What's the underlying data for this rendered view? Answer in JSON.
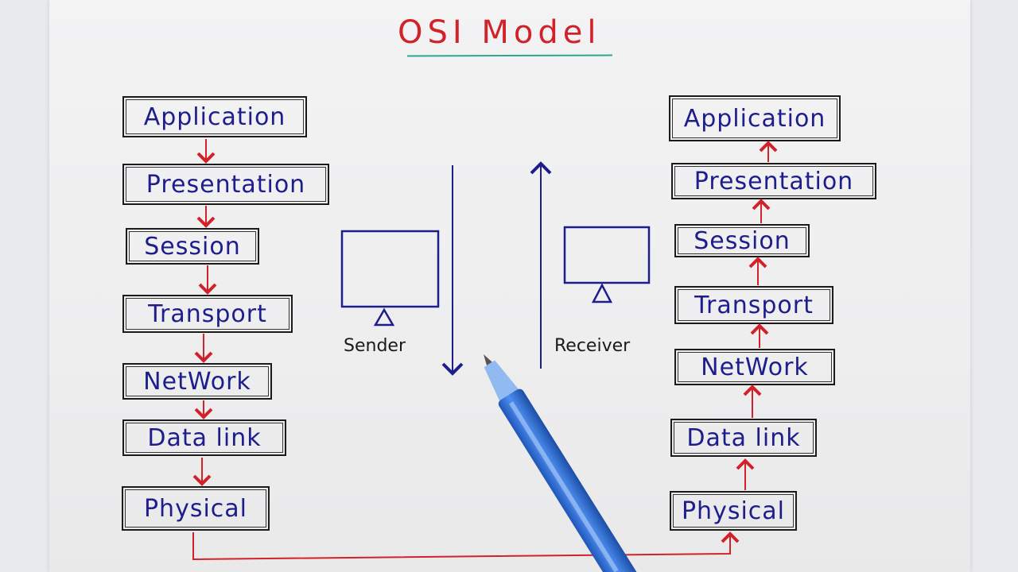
{
  "title": "OSI Model",
  "sender_stack": [
    "Application",
    "Presentation",
    "Session",
    "Transport",
    "NetWork",
    "Data link",
    "Physical"
  ],
  "receiver_stack": [
    "Application",
    "Presentation",
    "Session",
    "Transport",
    "NetWork",
    "Data link",
    "Physical"
  ],
  "sender_label": "Sender",
  "receiver_label": "Receiver",
  "colors": {
    "title": "#d1222a",
    "layer_text": "#1d1e8c",
    "arrows": "#d1222a",
    "computer": "#1d1e8c",
    "underline": "#2aa88f",
    "pen": "#2f6fd6"
  }
}
